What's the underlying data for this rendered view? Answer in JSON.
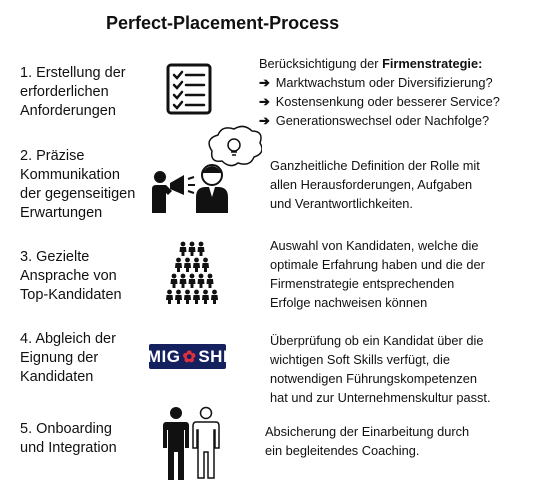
{
  "title": "Perfect-Placement-Process",
  "steps": [
    {
      "lines": [
        "1. Erstellung der",
        "erforderlichen",
        "Anforderungen"
      ]
    },
    {
      "lines": [
        "2. Präzise",
        "Kommunikation",
        "der gegenseitigen",
        "Erwartungen"
      ]
    },
    {
      "lines": [
        "3. Gezielte",
        "Ansprache  von",
        "Top-Kandidaten"
      ]
    },
    {
      "lines": [
        "4. Abgleich der",
        "Eignung der",
        "Kandidaten"
      ]
    },
    {
      "lines": [
        "5. Onboarding",
        "und Integration"
      ]
    }
  ],
  "desc1": {
    "intro": "Berücksichtigung der ",
    "bold": "Firmenstrategie:",
    "bullets": [
      "Marktwachstum oder Diversifizierung?",
      "Kostensenkung oder besserer Service?",
      "Generationswechsel oder Nachfolge?"
    ],
    "arrow": "➔"
  },
  "desc2": [
    "Ganzheitliche Definition der Rolle mit",
    "allen  Herausforderungen, Aufgaben",
    "und Verantwortlichkeiten."
  ],
  "desc3": [
    "Auswahl von Kandidaten, welche die",
    "optimale Erfahrung  haben und die der",
    "Firmenstrategie entsprechenden",
    "Erfolge nachweisen können"
  ],
  "desc4": [
    "Überprüfung ob ein Kandidat über die",
    "wichtigen Soft Skills verfügt, die",
    "notwendigen Führungskompetenzen",
    "hat und zur Unternehmenskultur passt."
  ],
  "desc5": [
    "Absicherung der Einarbeitung durch",
    "ein begleitendes Coaching."
  ],
  "logo": {
    "left": "MIG",
    "right": "SHI",
    "flower": "✿"
  },
  "icons": [
    "checklist-icon",
    "megaphone-people-icon",
    "crowd-pyramid-icon",
    "migoshi-logo",
    "two-people-icon"
  ]
}
